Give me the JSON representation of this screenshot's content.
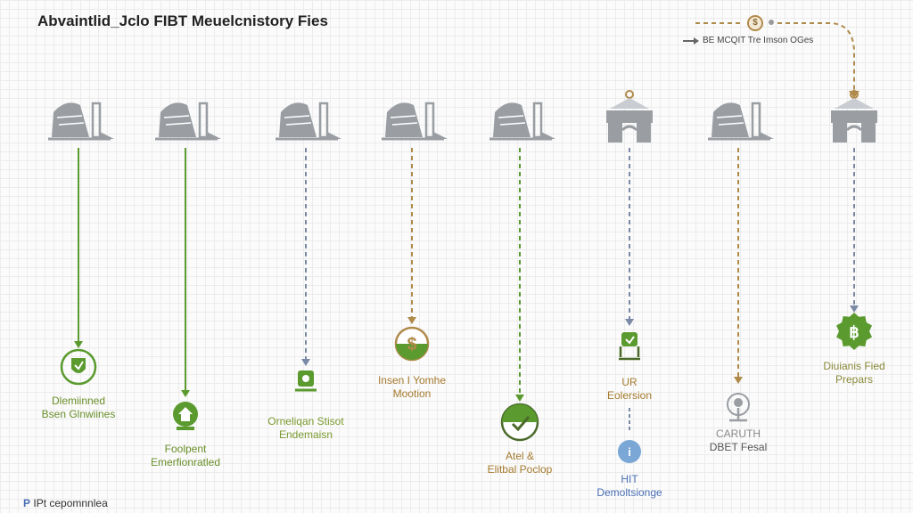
{
  "title": "Abvaintlid_Jclo FIBT Meuelcnistory Fies",
  "legend": {
    "badge": "$",
    "text": "BE MCQIT Tre Imson OGes"
  },
  "nodes": [
    {
      "icon": "building",
      "color": "#5a9a2e",
      "line": "solid",
      "endpoint": "shield",
      "label": [
        "Dlemiinned",
        "Bsen Glnwiines"
      ],
      "label_color": "#6a8f2a"
    },
    {
      "icon": "building",
      "color": "#5a9a2e",
      "line": "solid",
      "endpoint": "house",
      "label": [
        "Foolpent",
        "Emerfionratled"
      ],
      "label_color": "#6a8f2a"
    },
    {
      "icon": "building",
      "color": "#7a8aa6",
      "line": "dashed",
      "endpoint": "stamp",
      "label": [
        "Orneliqan Stisot",
        "Endemaisn"
      ],
      "label_color": "#7a9a2e"
    },
    {
      "icon": "building",
      "color": "#b08a4a",
      "line": "dashed",
      "endpoint": "dollar",
      "label": [
        "Insen I Yomhe",
        "Mootion"
      ],
      "label_color": "#a57a2e"
    },
    {
      "icon": "building",
      "color": "#5a9a2e",
      "line": "dashed",
      "endpoint": "check",
      "label": [
        "Atel &",
        "Elitbal Poclop"
      ],
      "label_color": "#a57a2e"
    },
    {
      "icon": "bridge",
      "color": "#7a8aa6",
      "line": "dashed",
      "endpoint": "trophy",
      "label": [
        "UR",
        "Eolersion"
      ],
      "label_color": "#a57a2e",
      "sub_endpoint": "info",
      "sub_label": [
        "HIT",
        "Demoltsionge"
      ],
      "sub_label_color": "#4a6fb5"
    },
    {
      "icon": "building",
      "color": "#b08a4a",
      "line": "dashed",
      "endpoint": "pin",
      "label": [
        "CARUTH",
        "DBET Fesal"
      ],
      "label_color": "#8a8a8a",
      "label2_color": "#555"
    },
    {
      "icon": "bridge",
      "color": "#7a8aa6",
      "line": "dashed",
      "endpoint": "bitcoin",
      "label": [
        "Diuianis Fied",
        "Prepars"
      ],
      "label_color": "#8a8a3a"
    }
  ],
  "footer": {
    "mark": "P",
    "text": "IPt cepomnnlea"
  },
  "colors": {
    "green": "#5a9a2e",
    "brown": "#b08a4a",
    "blue": "#7a8aa6",
    "icon_gray": "#9a9ea3"
  }
}
